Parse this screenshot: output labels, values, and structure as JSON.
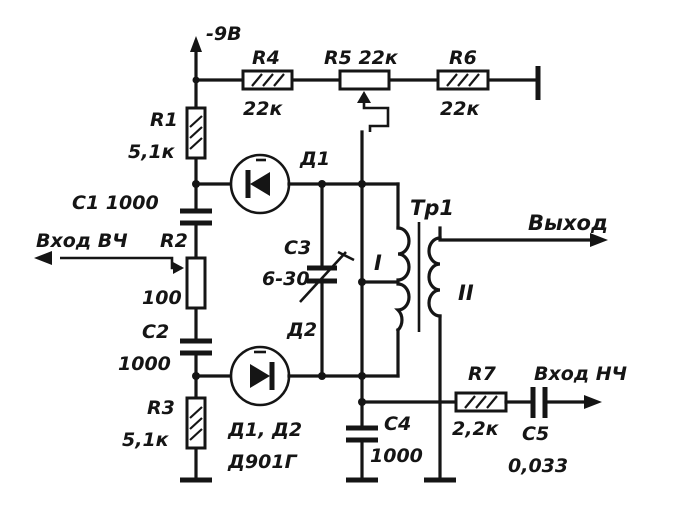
{
  "supply_label": "-9В",
  "r4_name": "R4",
  "r4_value": "22к",
  "r5_label": "R5 22к",
  "r6_name": "R6",
  "r6_value": "22к",
  "r1_name": "R1",
  "r1_value": "5,1к",
  "c1_label": "С1  1000",
  "d1_name": "Д1",
  "tr1_name": "Тр1",
  "output_label": "Выход",
  "input_rf_label": "Вход ВЧ",
  "r2_name": "R2",
  "r2_value": "100",
  "c3_name": "С3",
  "c3_value": "6-30",
  "winding1_label": "I",
  "winding2_label": "II",
  "c2_name": "С2",
  "c2_value": "1000",
  "d2_name": "Д2",
  "r3_name": "R3",
  "r3_value": "5,1к",
  "diodes_label": "Д1, Д2",
  "diodes_type": "Д901Г",
  "r7_name": "R7",
  "r7_value": "2,2к",
  "input_af_label": "Вход НЧ",
  "c4_name": "С4",
  "c4_value": "1000",
  "c5_name": "С5",
  "c5_value": "0,033"
}
